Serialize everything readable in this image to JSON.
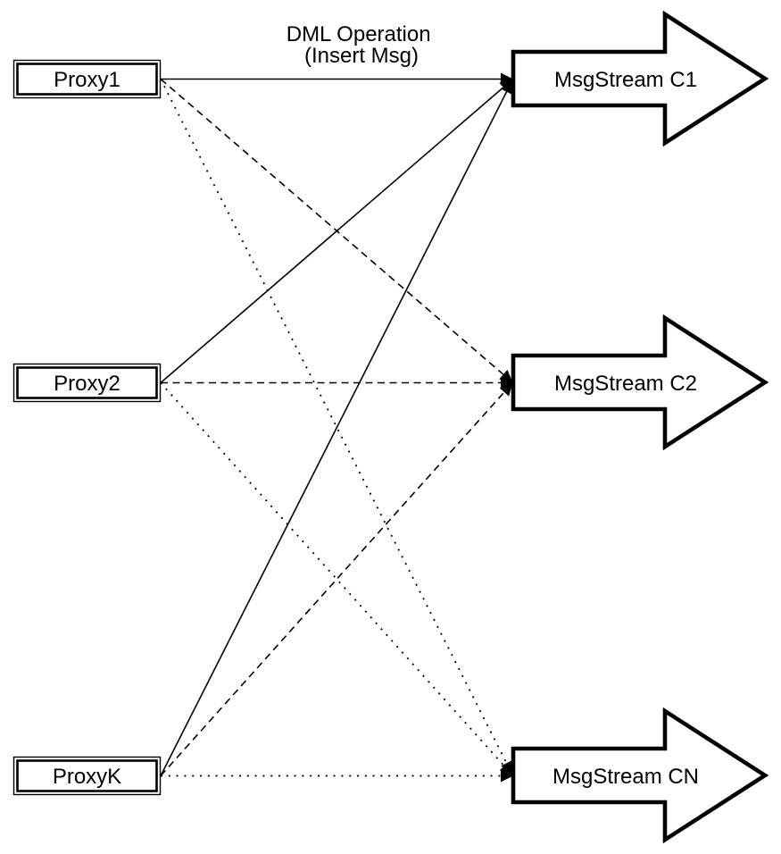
{
  "title": {
    "line1": "DML Operation",
    "line2": "(Insert Msg)"
  },
  "proxies": [
    {
      "id": "proxy1",
      "label": "Proxy1"
    },
    {
      "id": "proxy2",
      "label": "Proxy2"
    },
    {
      "id": "proxyk",
      "label": "ProxyK"
    }
  ],
  "streams": [
    {
      "id": "c1",
      "label": "MsgStream C1"
    },
    {
      "id": "c2",
      "label": "MsgStream C2"
    },
    {
      "id": "cn",
      "label": "MsgStream CN"
    }
  ],
  "connections": [
    {
      "from": "Proxy1",
      "to": "MsgStream C1",
      "style": "solid"
    },
    {
      "from": "Proxy1",
      "to": "MsgStream C2",
      "style": "dashed"
    },
    {
      "from": "Proxy1",
      "to": "MsgStream CN",
      "style": "dotted"
    },
    {
      "from": "Proxy2",
      "to": "MsgStream C1",
      "style": "solid"
    },
    {
      "from": "Proxy2",
      "to": "MsgStream C2",
      "style": "dashed"
    },
    {
      "from": "Proxy2",
      "to": "MsgStream CN",
      "style": "dotted"
    },
    {
      "from": "ProxyK",
      "to": "MsgStream C1",
      "style": "solid"
    },
    {
      "from": "ProxyK",
      "to": "MsgStream C2",
      "style": "dashed"
    },
    {
      "from": "ProxyK",
      "to": "MsgStream CN",
      "style": "dotted"
    }
  ],
  "colors": {
    "ink": "#000000",
    "paper": "#ffffff"
  }
}
